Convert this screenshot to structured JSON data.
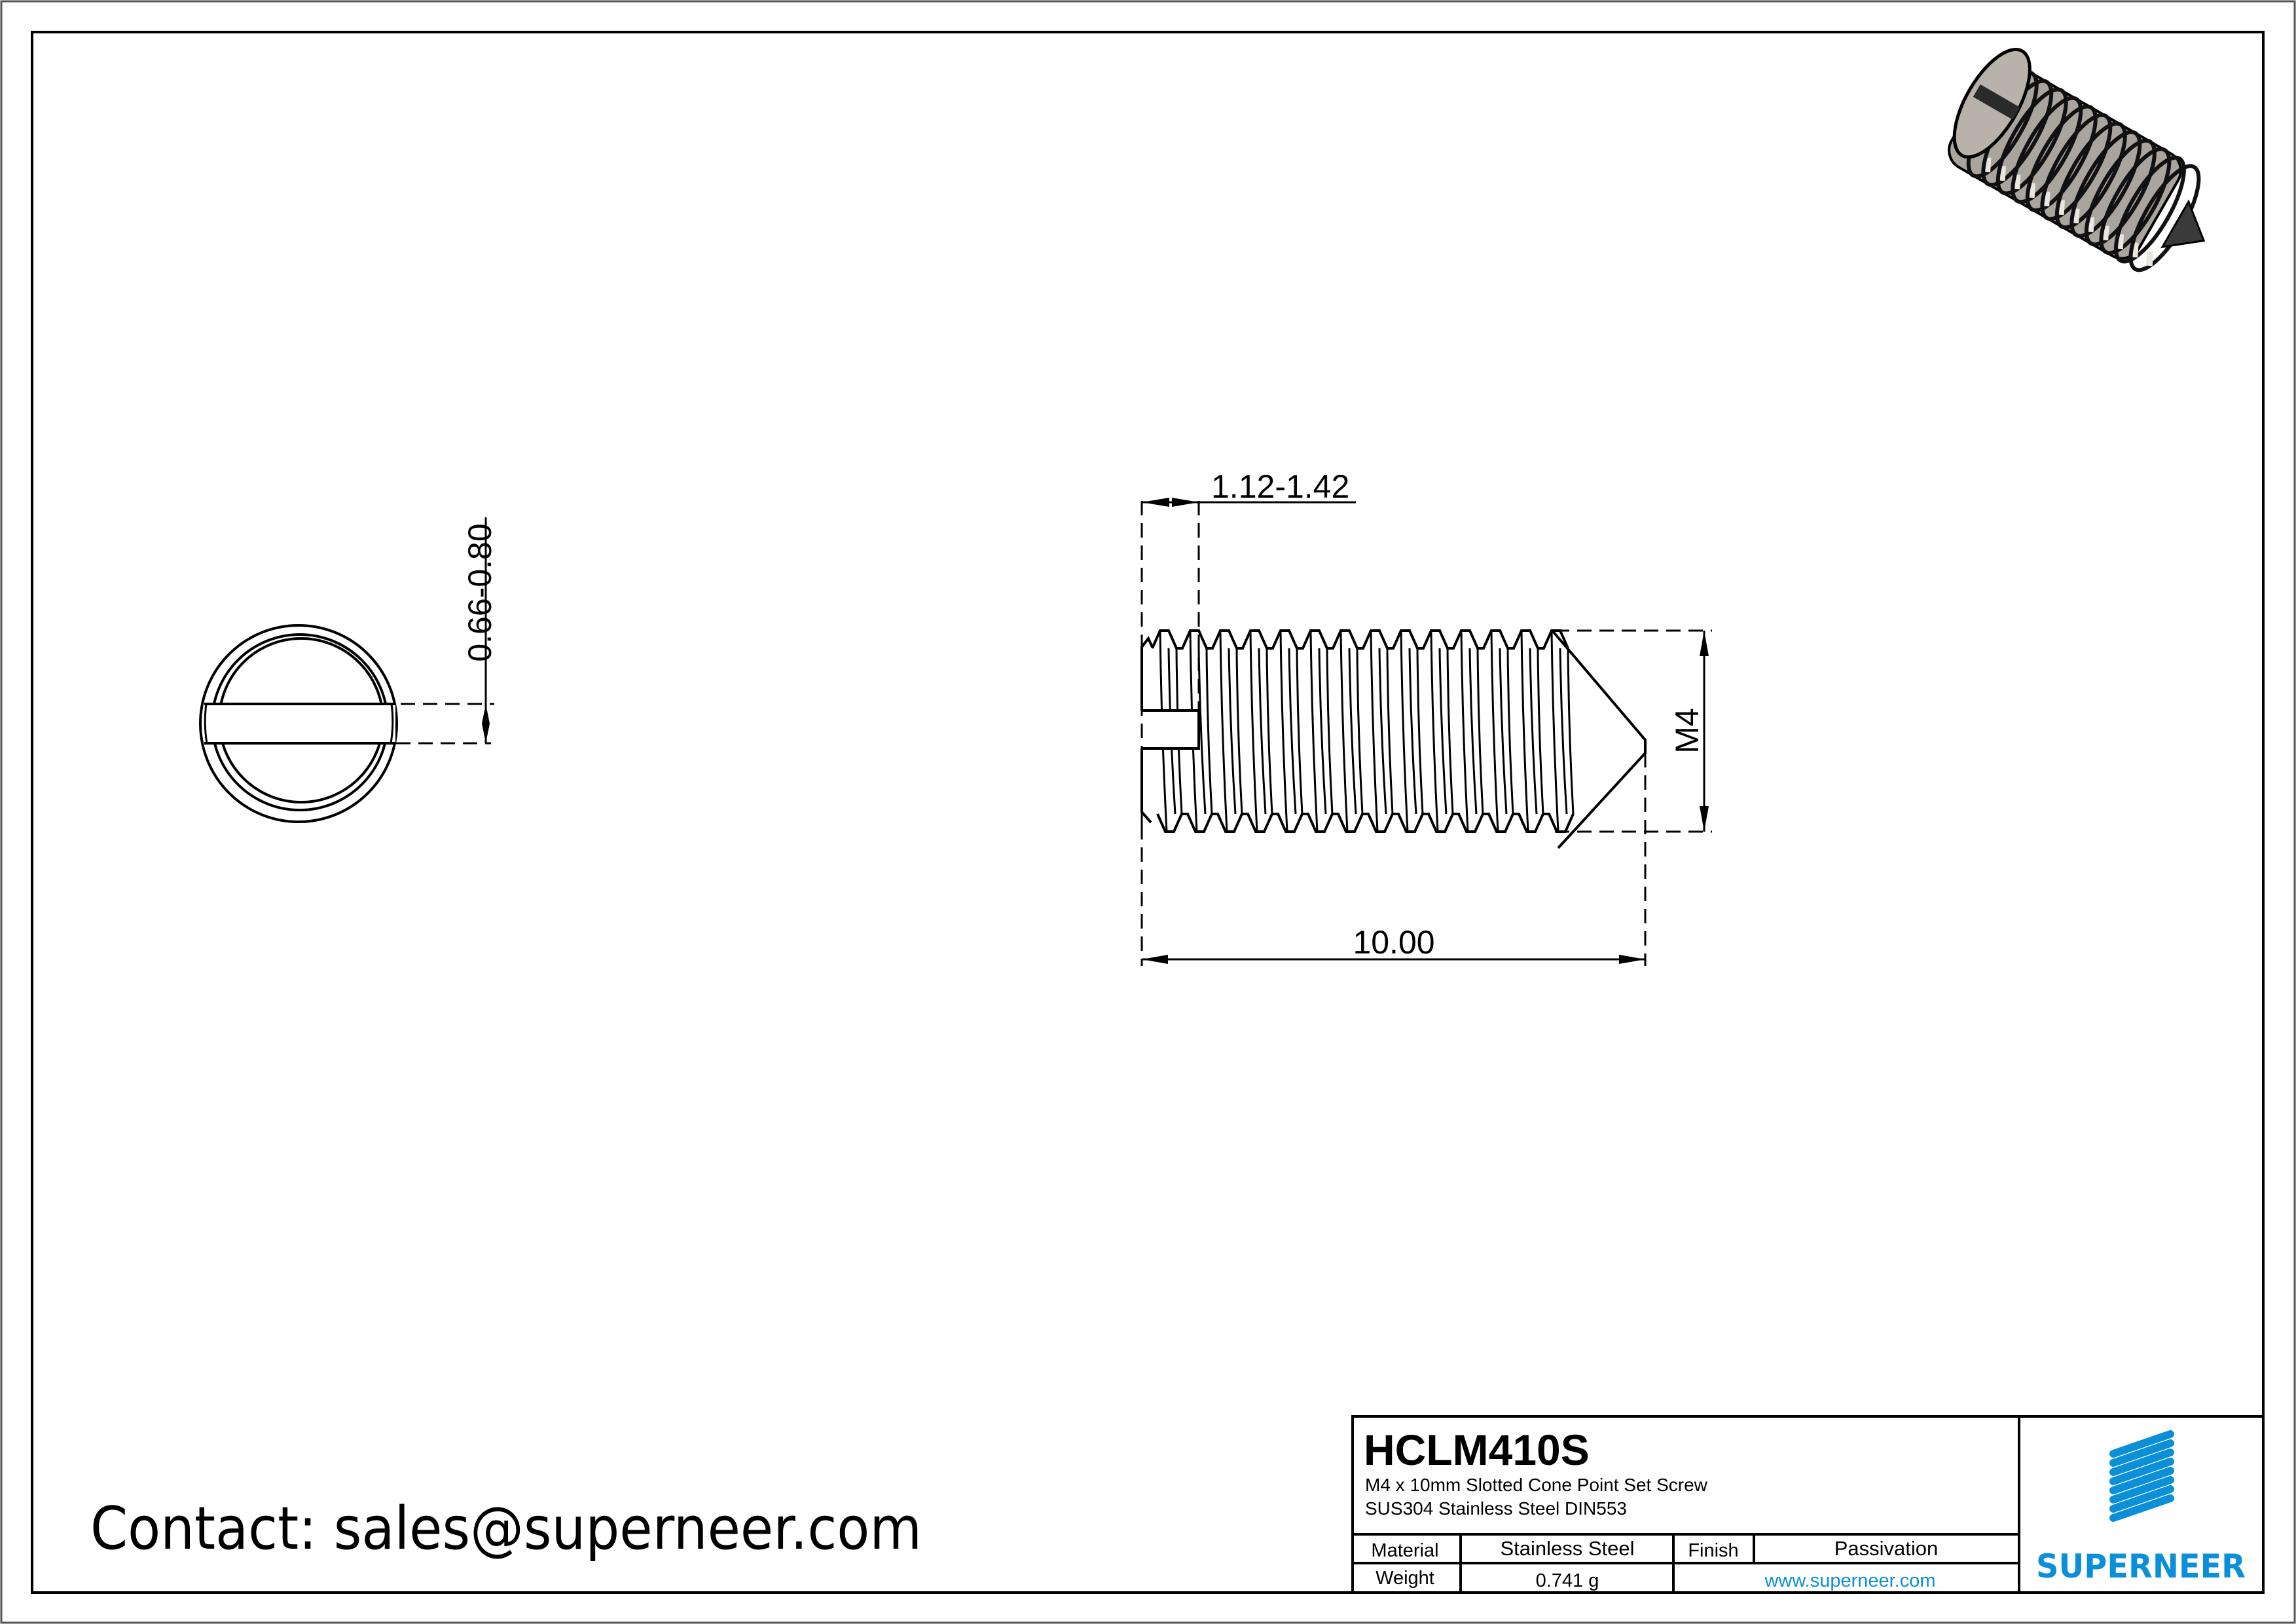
{
  "drawing": {
    "side_view": {
      "dimensions": {
        "slot_depth": "1.12-1.42",
        "thread_size": "M4",
        "overall_length": "10.00"
      }
    },
    "end_view": {
      "dimensions": {
        "slot_width": "0.66-0.80"
      }
    },
    "iso_view": {
      "label": "3d-isometric-render",
      "colors": {
        "body": "#a9a49d",
        "highlight": "#e9e5df",
        "slot": "#2a2a2a"
      }
    }
  },
  "contact": {
    "text": "Contact: sales@superneer.com"
  },
  "title_block": {
    "part_number": "HCLM410S",
    "description_line1": "M4 x 10mm Slotted Cone Point Set Screw",
    "description_line2": "SUS304 Stainless Steel DIN553",
    "rows": [
      {
        "label1": "Material",
        "value1": "Stainless Steel",
        "label2": "Finish",
        "value2": "Passivation"
      },
      {
        "label1": "Weight",
        "value1": "0.741 g",
        "link": "www.superneer.com"
      }
    ],
    "logo": {
      "name": "SUPERNEER",
      "color": "#0b8fd8"
    }
  }
}
